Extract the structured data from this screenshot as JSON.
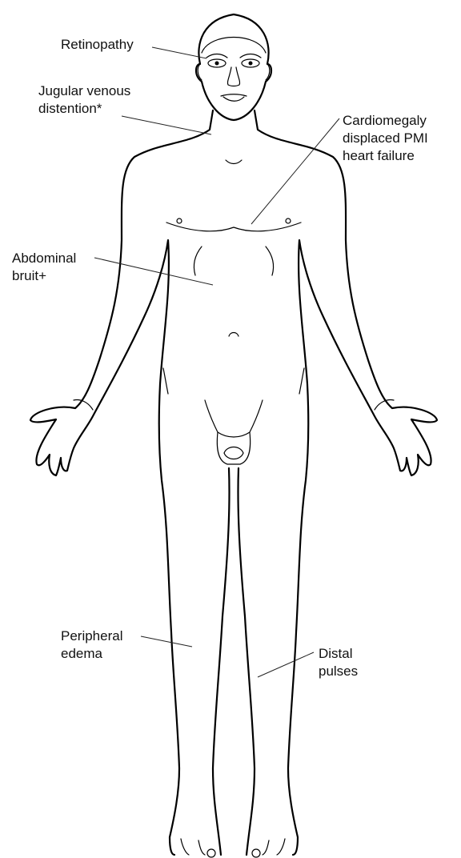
{
  "labels": {
    "retinopathy": [
      "Retinopathy"
    ],
    "jvd": [
      "Jugular venous",
      "distention*"
    ],
    "cardiomegaly": [
      "Cardiomegaly",
      "displaced PMI",
      "heart failure"
    ],
    "abdominal_bruit": [
      "Abdominal",
      "bruit+"
    ],
    "peripheral_edema": [
      "Peripheral",
      "edema"
    ],
    "distal_pulses": [
      "Distal",
      "pulses"
    ]
  }
}
